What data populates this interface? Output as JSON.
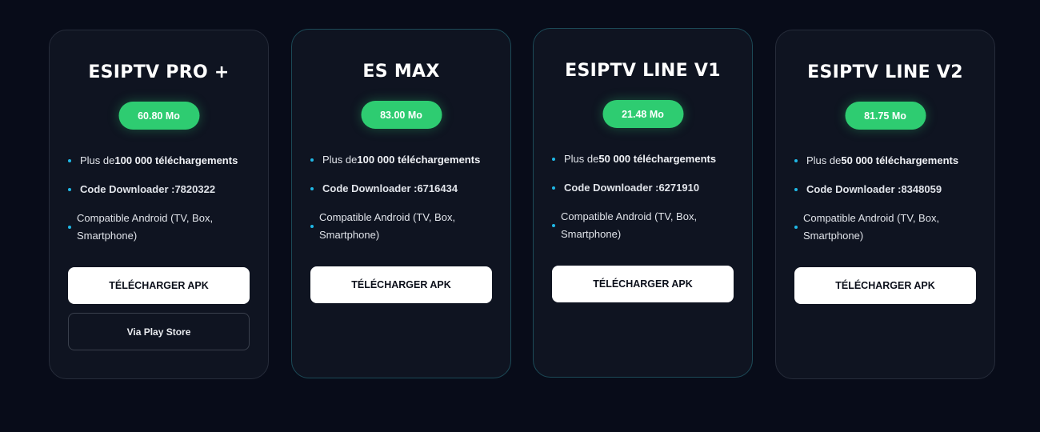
{
  "colors": {
    "background": "#080c19",
    "card": "#0f1421",
    "badge": "#2ecc71",
    "bullet": "#1fb8e6",
    "featured_border": "#1c4a57"
  },
  "cards": [
    {
      "title": "ESIPTV PRO +",
      "size": "60.80 Mo",
      "downloads_prefix": "Plus de",
      "downloads_value": "100 000 téléchargements",
      "code_label": "Code Downloader :7820322",
      "compat": "Compatible Android (TV, Box, Smartphone)",
      "primary_button": "TÉLÉCHARGER APK",
      "secondary_button": "Via Play Store"
    },
    {
      "title": "ES MAX",
      "size": "83.00 Mo",
      "downloads_prefix": "Plus de",
      "downloads_value": "100 000 téléchargements",
      "code_label": "Code Downloader :6716434",
      "compat": "Compatible Android (TV, Box, Smartphone)",
      "primary_button": "TÉLÉCHARGER APK"
    },
    {
      "title": "ESIPTV LINE V1",
      "size": "21.48 Mo",
      "downloads_prefix": "Plus de",
      "downloads_value": "50 000 téléchargements",
      "code_label": "Code Downloader :6271910",
      "compat": "Compatible Android (TV, Box, Smartphone)",
      "primary_button": "TÉLÉCHARGER APK"
    },
    {
      "title": "ESIPTV LINE V2",
      "size": "81.75 Mo",
      "downloads_prefix": "Plus de",
      "downloads_value": "50 000 téléchargements",
      "code_label": "Code Downloader :8348059",
      "compat": "Compatible Android (TV, Box, Smartphone)",
      "primary_button": "TÉLÉCHARGER APK"
    }
  ]
}
